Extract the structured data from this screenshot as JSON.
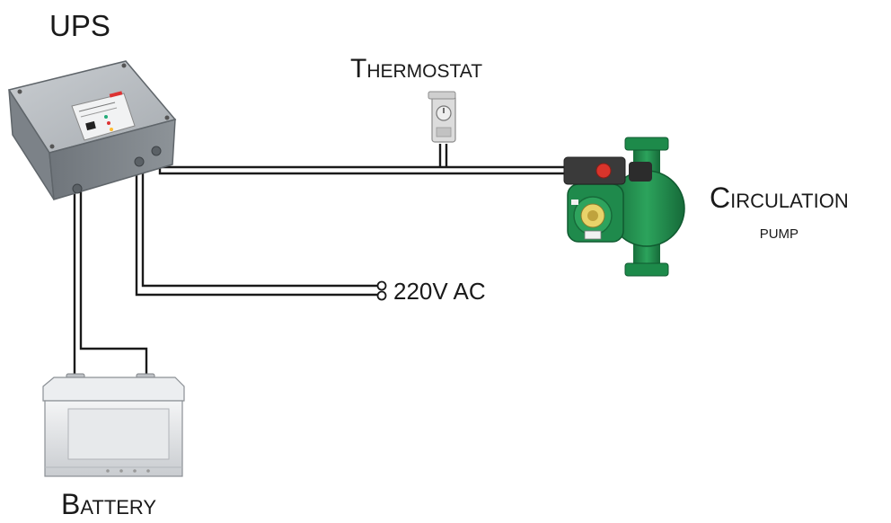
{
  "labels": {
    "ups": "UPS",
    "thermostat": "Thermostat",
    "circulation_line1": "Circulation",
    "circulation_line2": "pump",
    "ac_supply": "220V AC",
    "battery": "Battery"
  },
  "colors": {
    "wire": "#1a1a1a",
    "ups_body": "#9aa0a6",
    "pump_body": "#1f8a4c",
    "pump_motor": "#3a3a3a",
    "pump_accent": "#d9342b",
    "battery_body": "#e4e6e8",
    "thermostat_body": "#dcdcdc"
  },
  "components": {
    "ups": "ups-box",
    "thermostat": "thermostat-device",
    "pump": "circulation-pump",
    "battery": "car-battery",
    "ac_terminals": "terminal-circles"
  }
}
